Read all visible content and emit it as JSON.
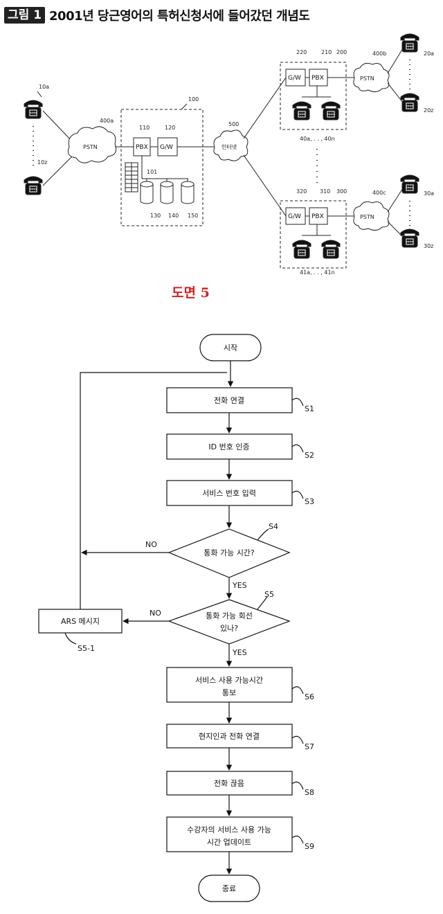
{
  "caption": {
    "badge": "그림 1",
    "title": "2001년 당근영어의 특허신청서에 들어갔던 개념도"
  },
  "network": {
    "left_phone_top": "10a",
    "left_phone_bottom": "10z",
    "pstn": "PSTN",
    "pstn_a_ref": "400a",
    "center_ref": "100",
    "pbx": "PBX",
    "gw": "G/W",
    "pbx_ref": "110",
    "gw_ref": "120",
    "storage_ref": "101",
    "db1": "130",
    "db2": "140",
    "db3": "150",
    "internet": "인터넷",
    "internet_ref": "500",
    "top_gw_ref": "220",
    "top_pbx_ref": "210",
    "top_box_ref": "200",
    "top_phones": "40a, . . , 40n",
    "pstn_b_ref": "400b",
    "top_right_phone_top": "20a",
    "top_right_phone_bottom": "20z",
    "bottom_gw_ref": "320",
    "bottom_pbx_ref": "310",
    "bottom_box_ref": "300",
    "bottom_phones": "41a, . . , 41n",
    "pstn_c_ref": "400c",
    "bottom_right_phone_top": "30a",
    "bottom_right_phone_bottom": "30z"
  },
  "drawing_title": "도면 5",
  "flowchart": {
    "start": "시작",
    "s1": "전화 연결",
    "s2": "ID 번호 인증",
    "s3": "서비스 번호 입력",
    "s4": "통화 가능 시간?",
    "s5_line1": "통화 가능 회선",
    "s5_line2": "있나?",
    "s5_1": "ARS 메시지",
    "s6_line1": "서비스 사용 가능시간",
    "s6_line2": "통보",
    "s7": "현지인과 전화 연결",
    "s8": "전화 끊음",
    "s9_line1": "수강자의 서비스 사용 가능",
    "s9_line2": "시간 업데이트",
    "end": "종료",
    "tag_s1": "S1",
    "tag_s2": "S2",
    "tag_s3": "S3",
    "tag_s4": "S4",
    "tag_s5": "S5",
    "tag_s5_1": "S5-1",
    "tag_s6": "S6",
    "tag_s7": "S7",
    "tag_s8": "S8",
    "tag_s9": "S9",
    "no": "NO",
    "yes": "YES"
  }
}
